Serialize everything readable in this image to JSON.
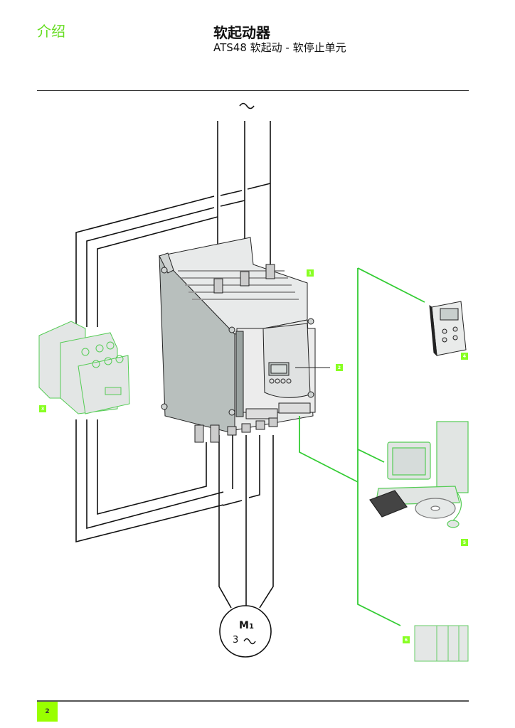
{
  "header": {
    "section": "介绍",
    "title": "软起动器",
    "subtitle": "ATS48 软起动 - 软停止单元"
  },
  "diagram": {
    "supply_symbol": "~",
    "motor": {
      "label": "M",
      "subscript": "1",
      "phases": "3",
      "ac_symbol": "~"
    },
    "callouts": [
      {
        "id": "1",
        "component": "soft-starter"
      },
      {
        "id": "2",
        "component": "integrated-display-keypad"
      },
      {
        "id": "3",
        "component": "contactor"
      },
      {
        "id": "4",
        "component": "remote-terminal"
      },
      {
        "id": "5",
        "component": "pc-software"
      },
      {
        "id": "6",
        "component": "plc"
      }
    ],
    "colors": {
      "wire": "#111111",
      "link": "#33cc33",
      "accent": "#88ff22",
      "device_grey": "#b8bfbd",
      "green_device": "#88dd77"
    }
  },
  "footer": {
    "page": "2"
  }
}
